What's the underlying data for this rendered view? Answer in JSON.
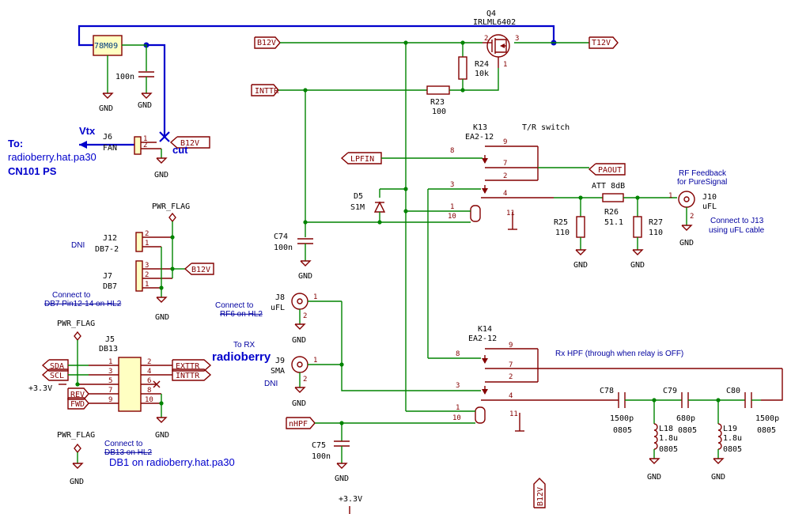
{
  "net_labels": {
    "b12v_top": "B12V",
    "t12v": "T12V",
    "inttr": "INTTR",
    "b12v_fan": "B12V",
    "lpfin": "LPFIN",
    "paout": "PAOUT",
    "b12v_j7": "B12V",
    "nhpf": "nHPF",
    "b12v_bottom": "B12V",
    "sda": "SDA",
    "scl": "SCL",
    "exttr": "EXTTR",
    "inttr_j5": "INTTR",
    "rev": "REV",
    "fwd": "FWD"
  },
  "power": {
    "gnd": "GND",
    "pwr_flag": "PWR_FLAG",
    "plus3v3": "+3.3V"
  },
  "components": {
    "q4_ref": "Q4",
    "q4_val": "IRLML6402",
    "u_reg": "78M09",
    "r24_ref": "R24",
    "r24_val": "10k",
    "r23_ref": "R23",
    "r23_val": "100",
    "c_100n_top": "100n",
    "j6_ref": "J6",
    "j6_val": "FAN",
    "k13_ref": "K13",
    "k13_val": "EA2-12",
    "t_r_switch": "T/R switch",
    "d5_ref": "D5",
    "d5_val": "S1M",
    "c74_ref": "C74",
    "c74_val": "100n",
    "r25_ref": "R25",
    "r25_val": "110",
    "r26_ref": "R26",
    "r26_val": "51.1",
    "r27_ref": "R27",
    "r27_val": "110",
    "att_label": "ATT 8dB",
    "j10_ref": "J10",
    "j10_val": "uFL",
    "j12_ref": "J12",
    "j12_val": "DB7-2",
    "j7_ref": "J7",
    "j7_val": "DB7",
    "j5_ref": "J5",
    "j5_val": "DB13",
    "j8_ref": "J8",
    "j8_val": "uFL",
    "j9_ref": "J9",
    "j9_val": "SMA",
    "k14_ref": "K14",
    "k14_val": "EA2-12",
    "c75_ref": "C75",
    "c75_val": "100n",
    "c78_ref": "C78",
    "c78_val": "1500p",
    "c78_pkg": "0805",
    "c79_ref": "C79",
    "c79_val": "680p",
    "c79_pkg": "0805",
    "c80_ref": "C80",
    "c80_val": "1500p",
    "c80_pkg": "0805",
    "l18_ref": "L18",
    "l18_val": "1.8u",
    "l18_pkg": "0805",
    "l19_ref": "L19",
    "l19_val": "1.8u",
    "l19_pkg": "0805"
  },
  "pins": {
    "p1": "1",
    "p2": "2",
    "p3": "3",
    "p4": "4",
    "p5": "5",
    "p6": "6",
    "p7": "7",
    "p8": "8",
    "p9": "9",
    "p10": "10",
    "p11": "11"
  },
  "notes": {
    "rf_feedback_1": "RF Feedback",
    "rf_feedback_2": "for PureSignal",
    "connect_j13_1": "Connect to J13",
    "connect_j13_2": "using uFL cable",
    "dni_j12": "DNI",
    "connect_db7": "Connect to",
    "db7_pin": "DB7 Pin12-14 on HL2",
    "connect_rf6": "Connect to",
    "rf6_hl2": "RF6 on HL2",
    "dni_j9": "DNI",
    "connect_db13": "Connect to",
    "db13_hl2": "DB13 on HL2",
    "rx_hpf": "Rx HPF (through when relay is OFF)"
  },
  "annotations": {
    "vtx": "Vtx",
    "to": "To:",
    "pa30_line": "radioberry.hat.pa30",
    "cn101": "CN101 PS",
    "cut": "cut",
    "to_rx": "To RX",
    "radioberry": "radioberry",
    "db1_line": "DB1 on radioberry.hat.pa30"
  },
  "colors": {
    "wire": "#008400",
    "component": "#840000",
    "body_fill": "#ffffc2",
    "annotation_blue": "#0000cc",
    "note_text": "#0000a0"
  }
}
